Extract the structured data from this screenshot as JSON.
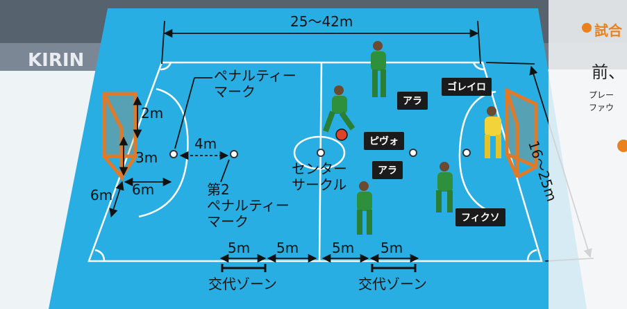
{
  "dimensions": {
    "length": "25〜42m",
    "width": "16〜25m",
    "goal_height": "2m",
    "goal_width": "3m",
    "penalty_area_depth": "6m",
    "penalty_area_side": "6m",
    "penalty_mark_gap": "4m",
    "zone_segments": [
      "5m",
      "5m",
      "5m",
      "5m"
    ]
  },
  "labels": {
    "penalty_mark": "ペナルティー\nマーク",
    "second_penalty_mark": "第2\nペナルティー\nマーク",
    "center_circle": "センター\nサークル",
    "substitution_zone_left": "交代ゾーン",
    "substitution_zone_right": "交代ゾーン"
  },
  "positions": [
    "アラ",
    "ゴレイロ",
    "ピヴォ",
    "アラ",
    "フィクソ"
  ],
  "side_text": {
    "heading": "試合",
    "line1": "前、",
    "line2": "プレー",
    "line3": "ファウ"
  },
  "background_text": "KIRIN",
  "colors": {
    "court": "#29aee3",
    "lines": "#ffffff",
    "goal": "#e07a28",
    "team": "#2e8f3c",
    "goalkeeper": "#f2d43a",
    "accent": "#e8821e"
  }
}
